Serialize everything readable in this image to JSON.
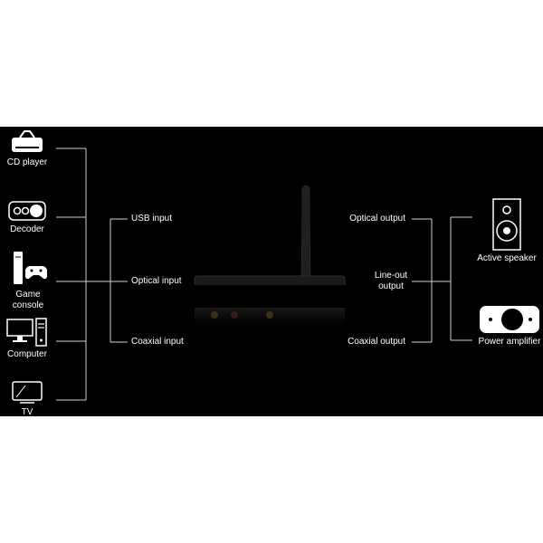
{
  "sources": [
    {
      "label": "CD player",
      "icon": "cd-player-icon"
    },
    {
      "label": "Decoder",
      "icon": "decoder-icon"
    },
    {
      "label": "Game console",
      "icon": "game-console-icon"
    },
    {
      "label": "Computer",
      "icon": "computer-icon"
    },
    {
      "label": "TV",
      "icon": "tv-icon"
    }
  ],
  "inputs": {
    "usb": "USB input",
    "optical": "Optical input",
    "coaxial": "Coaxial input"
  },
  "outputs": {
    "optical": "Optical output",
    "lineout_line1": "Line-out",
    "lineout_line2": "output",
    "coaxial": "Coaxial output"
  },
  "destinations": [
    {
      "label": "Active speaker",
      "icon": "active-speaker-icon"
    },
    {
      "label": "Power amplifier",
      "icon": "power-amplifier-icon"
    }
  ],
  "colors": {
    "background": "#000000",
    "line": "#cfcfcf",
    "text": "#ffffff"
  }
}
